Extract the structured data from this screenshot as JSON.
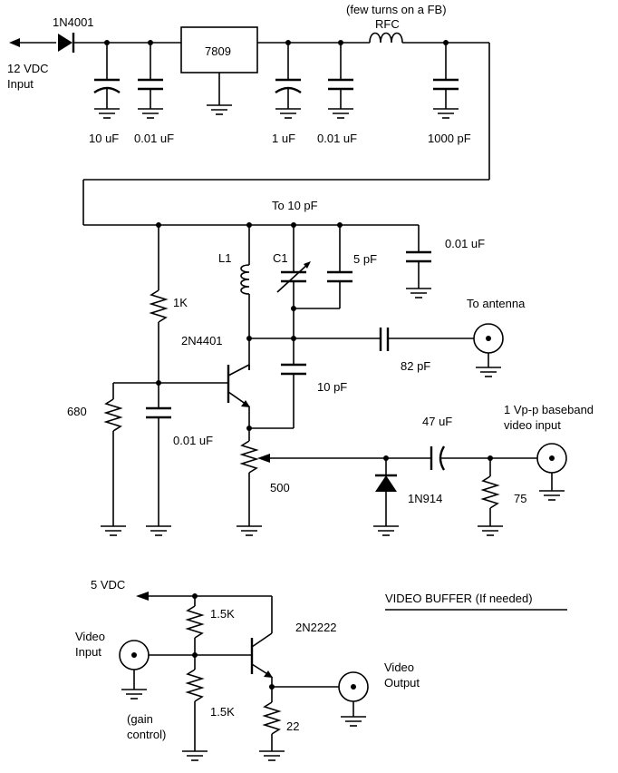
{
  "labels": {
    "diode_1n4001": "1N4001",
    "supply_12v": "12 VDC",
    "supply_input": "Input",
    "regulator": "7809",
    "rfc_note": "(few turns on a FB)",
    "rfc": "RFC",
    "cap_10uf": "10 uF",
    "cap_001uf_a": "0.01 uF",
    "cap_1uf": "1 uF",
    "cap_001uf_b": "0.01 uF",
    "cap_1000pf": "1000 pF",
    "to_10pf": "To 10 pF",
    "cap_001uf_c": "0.01 uF",
    "l1": "L1",
    "c1": "C1",
    "cap_5pf": "5 pF",
    "res_1k": "1K",
    "to_antenna": "To antenna",
    "transistor_2n4401": "2N4401",
    "cap_82pf": "82 pF",
    "cap_10pf": "10 pF",
    "res_680": "680",
    "cap_001uf_d": "0.01 uF",
    "baseband_line1": "1 Vp-p baseband",
    "baseband_line2": "video input",
    "cap_47uf": "47 uF",
    "pot_500": "500",
    "diode_1n914": "1N914",
    "res_75": "75",
    "supply_5v": "5 VDC",
    "video_buffer_title": "VIDEO BUFFER (If needed)",
    "res_15k_top": "1.5K",
    "transistor_2n2222": "2N2222",
    "video_in_line1": "Video",
    "video_in_line2": "Input",
    "video_out_line1": "Video",
    "video_out_line2": "Output",
    "res_15k_bottom": "1.5K",
    "gain_line1": "(gain",
    "gain_line2": "control)",
    "res_22": "22"
  }
}
